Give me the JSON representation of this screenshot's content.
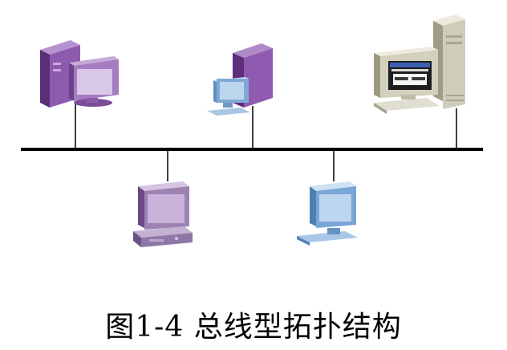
{
  "figure": {
    "caption": "图1-4  总线型拓扑结构",
    "topology": "bus",
    "nodes_above_bus": [
      {
        "id": "node-1",
        "kind": "tower-pc-with-monitor",
        "color": "purple"
      },
      {
        "id": "node-2",
        "kind": "tower-pc-with-monitor",
        "color": "purple-blue"
      },
      {
        "id": "node-3",
        "kind": "workstation-with-tower",
        "color": "beige"
      }
    ],
    "nodes_below_bus": [
      {
        "id": "node-4",
        "kind": "desktop-pc",
        "color": "lavender"
      },
      {
        "id": "node-5",
        "kind": "desktop-pc",
        "color": "blue"
      }
    ],
    "colors": {
      "bus": "#000000",
      "purple_dark": "#6b3a85",
      "purple_mid": "#9a6fb4",
      "purple_light": "#c9b3d9",
      "blue_mid": "#7aa7d6",
      "blue_light": "#b9d4ef",
      "beige": "#d8d6c4",
      "beige_dark": "#a8a690"
    }
  }
}
